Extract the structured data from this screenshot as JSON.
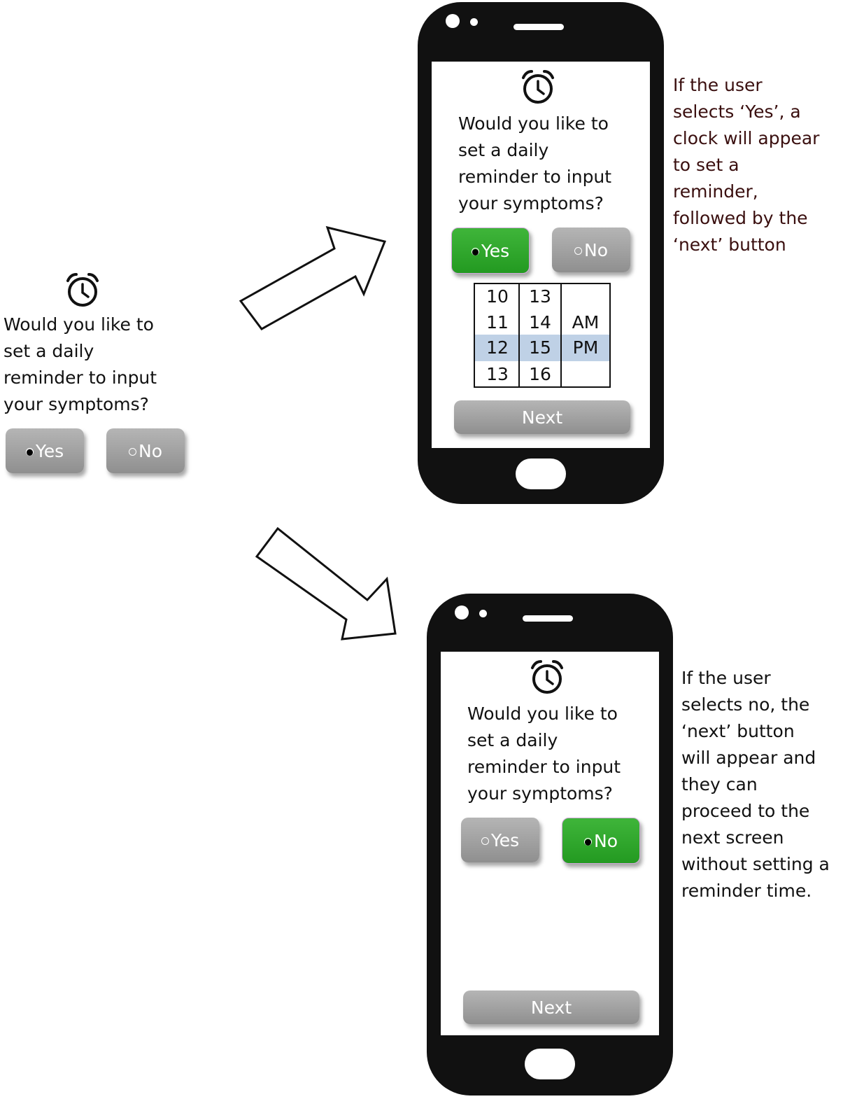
{
  "prompt": {
    "question_lines": [
      "Would you like to",
      "set a daily",
      "reminder to input",
      "your symptoms?"
    ],
    "yes_label": "Yes",
    "no_label": "No"
  },
  "phone_yes": {
    "question_lines": [
      "Would you like to",
      "set a daily",
      "reminder to input",
      "your symptoms?"
    ],
    "yes_label": "Yes",
    "no_label": "No",
    "selected": "Yes",
    "picker": {
      "hours": [
        "10",
        "11",
        "12",
        "13"
      ],
      "minutes": [
        "13",
        "14",
        "15",
        "16"
      ],
      "periods": [
        "",
        "AM",
        "PM",
        ""
      ],
      "selected_hour": "12",
      "selected_minute": "15",
      "selected_period": "PM"
    },
    "next_label": "Next",
    "note_lines": [
      "If the user",
      "selects ‘Yes’, a",
      "clock will appear",
      "to set a",
      "reminder,",
      "followed by the",
      "‘next’ button"
    ]
  },
  "phone_no": {
    "question_lines": [
      "Would you like to",
      "set a daily",
      "reminder to input",
      "your symptoms?"
    ],
    "yes_label": "Yes",
    "no_label": "No",
    "selected": "No",
    "next_label": "Next",
    "note_lines": [
      "If the user",
      "selects no, the",
      "‘next’ button",
      "will appear and",
      "they can",
      "proceed to the",
      "next screen",
      "without setting a",
      "reminder time."
    ]
  },
  "colors": {
    "selected_button": "#2aa226",
    "unselected_button": "#a3a3a3",
    "picker_highlight": "#bfd1e6",
    "phone_body": "#111111"
  },
  "icons": [
    "alarm-clock-icon",
    "arrow-up-right-icon",
    "arrow-down-right-icon"
  ]
}
